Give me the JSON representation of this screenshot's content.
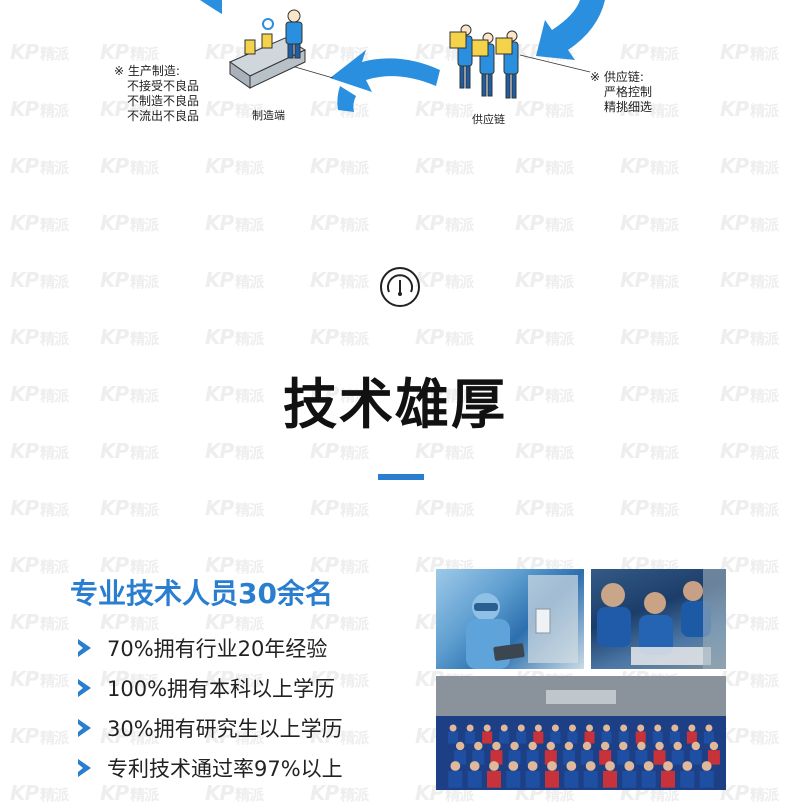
{
  "watermark": {
    "logo_letters": "KP",
    "logo_text": "精派"
  },
  "diagram": {
    "manufacturing": {
      "caption": "制造端",
      "note_title": "※ 生产制造:",
      "note_lines": [
        "不接受不良品",
        "不制造不良品",
        "不流出不良品"
      ]
    },
    "supply": {
      "caption": "供应链",
      "note_title": "※ 供应链:",
      "note_lines": [
        "严格控制",
        "精挑细选"
      ]
    },
    "arrow_color": "#2a8fde"
  },
  "section": {
    "title": "技术雄厚",
    "accent_color": "#2a7ed0",
    "icon": "gauge-icon"
  },
  "staff": {
    "subheading": "专业技术人员30余名",
    "bullets": [
      "70%拥有行业20年经验",
      "100%拥有本科以上学历",
      "30%拥有研究生以上学历",
      "专利技术通过率97%以上"
    ]
  },
  "photos": [
    "lab-technician-photo",
    "workers-photo",
    "team-group-photo"
  ]
}
